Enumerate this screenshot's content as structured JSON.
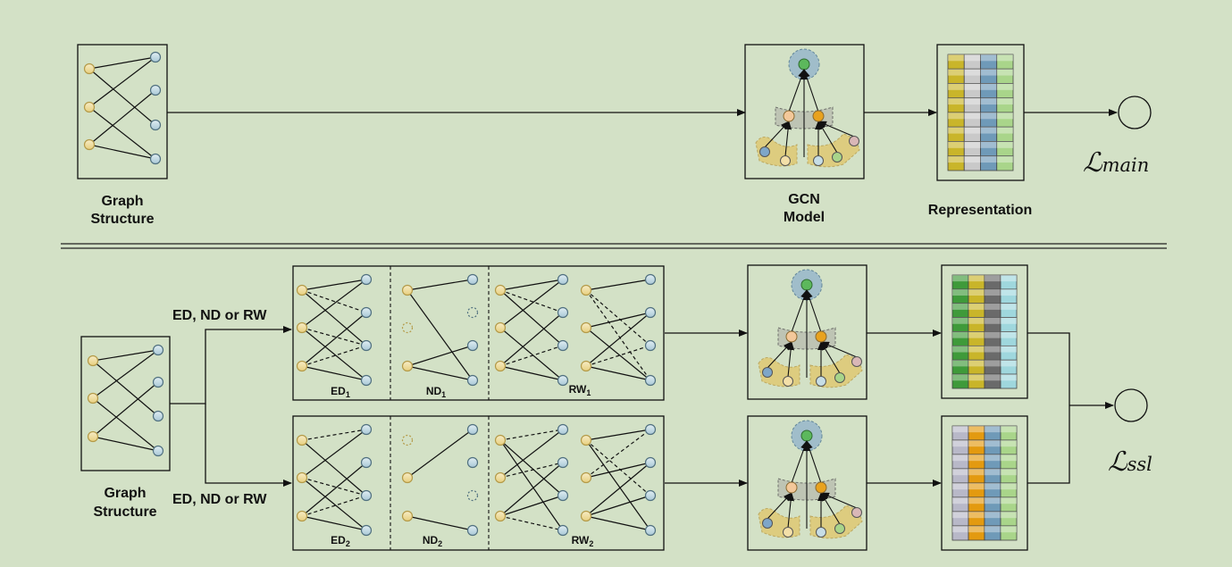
{
  "top": {
    "graph_label": [
      "Graph",
      "Structure"
    ],
    "gcn_label": [
      "GCN",
      "Model"
    ],
    "representation_label": "Representation",
    "loss_symbol": "ℒ",
    "loss_subscript": "main"
  },
  "bottom": {
    "graph_label": [
      "Graph",
      "Structure"
    ],
    "aug_label_top": "ED, ND or RW",
    "aug_label_bottom": "ED, ND or RW",
    "panels_top": [
      {
        "base": "ED",
        "sub": "1"
      },
      {
        "base": "ND",
        "sub": "1"
      },
      {
        "base": "RW",
        "sub": "1"
      }
    ],
    "panels_bottom": [
      {
        "base": "ED",
        "sub": "2"
      },
      {
        "base": "ND",
        "sub": "2"
      },
      {
        "base": "RW",
        "sub": "2"
      }
    ],
    "loss_symbol": "ℒ",
    "loss_subscript": "ssl"
  },
  "colors": {
    "background": "#d3e1c6",
    "user_node": "#f1dfa3",
    "item_node": "#c6dde6",
    "gcn_top": "#8fb2cc",
    "gcn_top_node": "#5cb85c",
    "gcn_mid_node_left": "#f3c89a",
    "gcn_mid_node_right": "#e8a21f",
    "gcn_bottom_band": "#e3c25a",
    "representation_top_columns": [
      "#c9b52a",
      "#c9c9c9",
      "#6f9ab8",
      "#a9d58a"
    ],
    "representation_ssl1_columns": [
      "#3f9a3a",
      "#c9b52a",
      "#6a6a6a",
      "#9fd7dd"
    ],
    "representation_ssl2_columns": [
      "#b8b8c8",
      "#e39a10",
      "#6f9ab8",
      "#a9d58a"
    ]
  }
}
